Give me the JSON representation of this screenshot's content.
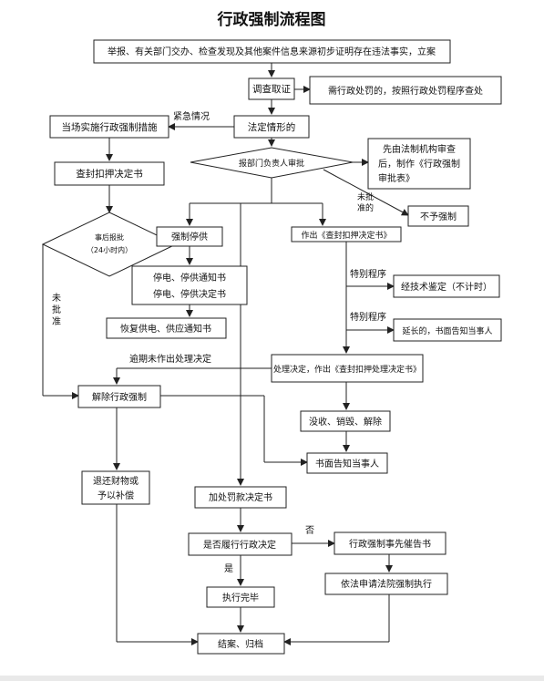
{
  "title": "行政强制流程图",
  "nodes": {
    "report": "举报、有关部门交办、检查发现及其他案件信息来源初步证明存在违法事实，立案",
    "investigate": "调查取证",
    "admin_penalty_line1": "需行政处罚的，按照行政处罚程序查处",
    "legal_circumstance": "法定情形的",
    "onsite_measures": "当场实施行政强制措施",
    "seal_decision": "查封扣押决定书",
    "dept_approval": "报部门负责人审批",
    "legal_review_l1": "先由法制机构审查",
    "legal_review_l2": "后，制作《行政强制",
    "legal_review_l3": "审批表》",
    "no_enforcement": "不予强制",
    "post_report_l1": "事后报批",
    "post_report_l2": "（24小时内）",
    "force_stop": "强制停供",
    "make_seal_decision": "作出《查封扣押决定书》",
    "stop_notice_l1": "停电、停供通知书",
    "stop_notice_l2": "停电、停供决定书",
    "restore_notice": "恢复供电、供应通知书",
    "tech_appraisal": "经技术鉴定（不计时）",
    "extension_notice": "延长的，书面告知当事人",
    "handle_decision": "处理决定，作出《查封扣押处理决定书》",
    "lift_enforcement": "解除行政强制",
    "confiscate": "没收、销毁、解除",
    "written_notice": "书面告知当事人",
    "return_property_l1": "退还财物或",
    "return_property_l2": "予以补偿",
    "fine_decision": "加处罚款决定书",
    "fulfilled_q": "是否履行行政决定",
    "prior_notice": "行政强制事先催告书",
    "court_apply": "依法申请法院强制执行",
    "done": "执行完毕",
    "close": "结案、归档"
  },
  "labels": {
    "emergency": "紧急情况",
    "not_approved_l1": "未批",
    "not_approved_l2": "准的",
    "special_1": "特别程序",
    "special_2": "特别程序",
    "overdue": "逾期未作出处理决定",
    "not_approved_v1": "未",
    "not_approved_v2": "批",
    "not_approved_v3": "准",
    "no": "否",
    "yes": "是"
  }
}
